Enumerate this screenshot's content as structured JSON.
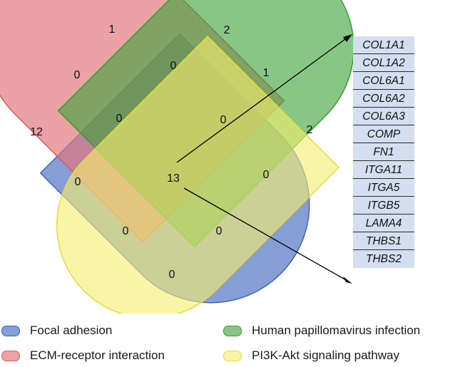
{
  "sets": [
    {
      "key": "focal",
      "name": "Focal adhesion",
      "fill": "#4c6fc2",
      "stroke": "#3e63b8"
    },
    {
      "key": "ecm",
      "name": "ECM-receptor interaction",
      "fill": "#e0767b",
      "stroke": "#d95b62"
    },
    {
      "key": "hpv",
      "name": "Human papillomavirus infection",
      "fill": "#3da33a",
      "stroke": "#3a9a34"
    },
    {
      "key": "pi3k",
      "name": "PI3K-Akt signaling pathway",
      "fill": "#f6ef6f",
      "stroke": "#e6dc3a"
    }
  ],
  "counts": {
    "focal_only": "12",
    "ecm_only": "1",
    "hpv_only": "2",
    "pi3k_only": "2",
    "focal_ecm": "0",
    "ecm_hpv": "0",
    "hpv_pi3k": "1",
    "focal_hpv": "0",
    "ecm_pi3k": "0",
    "focal_ecm_hpv": "0",
    "ecm_hpv_pi3k": "0",
    "focal_ecm_pi3k": "0",
    "focal_hpv_pi3k": "0",
    "focal_pi3k": "0",
    "all_four": "13"
  },
  "genes": [
    "COL1A1",
    "COL1A2",
    "COL6A1",
    "COL6A2",
    "COL6A3",
    "COMP",
    "FN1",
    "ITGA11",
    "ITGA5",
    "ITGB5",
    "LAMA4",
    "THBS1",
    "THBS2"
  ]
}
